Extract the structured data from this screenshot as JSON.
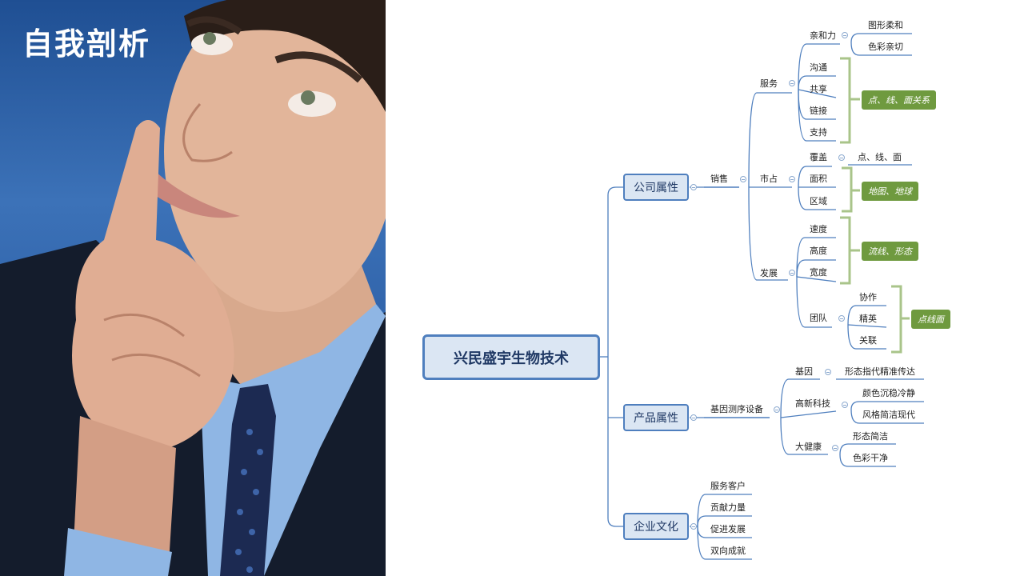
{
  "slide_title": "自我剖析",
  "root": "兴民盛宇生物技术",
  "branches": {
    "company": "公司属性",
    "product": "产品属性",
    "culture": "企业文化"
  },
  "company": {
    "sales": "销售",
    "service": "服务",
    "affinity": "亲和力",
    "affinity_children": [
      "图形柔和",
      "色彩亲切"
    ],
    "service_children": [
      "沟通",
      "共享",
      "链接",
      "支持"
    ],
    "service_note": "点、线、面关系",
    "market": "市占",
    "coverage": "覆盖",
    "coverage_child": "点、线、面",
    "market_children": [
      "面积",
      "区域"
    ],
    "market_note": "地图、地球",
    "development": "发展",
    "development_children": [
      "速度",
      "高度",
      "宽度"
    ],
    "development_note": "流线、形态",
    "team": "团队",
    "team_children": [
      "协作",
      "精英",
      "关联"
    ],
    "team_note": "点线面"
  },
  "product": {
    "device": "基因测序设备",
    "gene": "基因",
    "gene_child": "形态指代精准传达",
    "hitech": "高新科技",
    "hitech_children": [
      "颜色沉稳冷静",
      "风格简洁现代"
    ],
    "health": "大健康",
    "health_children": [
      "形态简洁",
      "色彩干净"
    ]
  },
  "culture": {
    "children": [
      "服务客户",
      "贡献力量",
      "促进发展",
      "双向成就"
    ]
  },
  "colors": {
    "line": "#4f7fbe",
    "box_fill": "#dbe6f3",
    "note_fill": "#6f9a3f",
    "bracket": "#a9c48a"
  }
}
